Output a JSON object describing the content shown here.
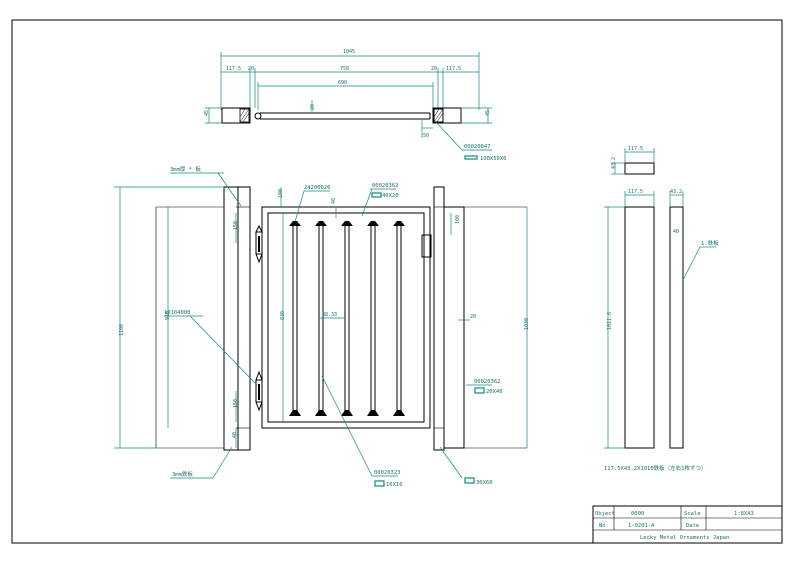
{
  "plan": {
    "dims": {
      "overall": "1045",
      "left_post": "117.5",
      "left_gap": "20",
      "inner": "750",
      "right_gap": "20",
      "right_post": "117.5",
      "leaf": "690",
      "side_left": "45",
      "side_right": "45",
      "bar": "20",
      "stop": "50"
    },
    "callout_code": "00020047",
    "callout_size": "100X50X6"
  },
  "elevation": {
    "dims": {
      "height_total": "1100",
      "post_inner": "910",
      "leaf_inner": "830",
      "right_height": "1030",
      "top_gap": "100",
      "hinge_top": "150",
      "hinge_bottom": "150",
      "bottom_gap": "40",
      "picket_space": "88.33",
      "right_top": "100",
      "bar_width": "20",
      "top_rail": "40"
    },
    "labels": {
      "plate_top": "3mm厚 * 板",
      "plate_bottom": "3mm鉄板",
      "ornament_code": "24200026",
      "rail_code": "00020362",
      "rail_size": "40X20",
      "post_code": "10104000",
      "bar_code": "00020323",
      "bar_size": "16X16",
      "right_code": "00020362",
      "right_size": "20X40",
      "foot_size": "30X60"
    }
  },
  "side": {
    "width": "117.5",
    "thickness": "43.2",
    "height": "1011.6",
    "depth": "40",
    "top_width": "117.5",
    "top_thickness": "43.2",
    "plate_label": "1.鉄板",
    "note": "117.5X43.2X1010鉄板（左右1枚ずつ）"
  },
  "title_block": {
    "object_label": "Object",
    "object_value": "0000",
    "scale_label": "Scale",
    "scale_value": "1:8XA3",
    "no_label": "No",
    "no_value": "1-0201-A",
    "date_label": "Date",
    "date_value": "",
    "company": "Lecky Metal Ornaments Japan"
  }
}
